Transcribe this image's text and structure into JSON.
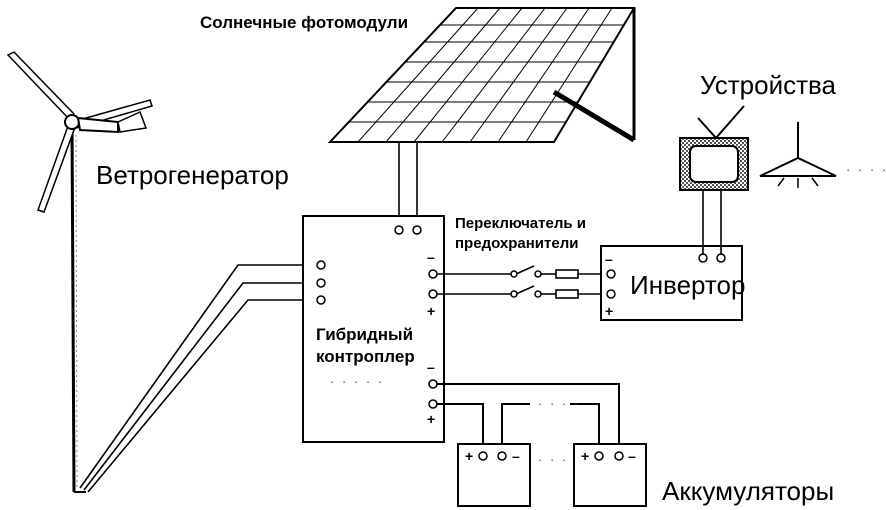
{
  "labels": {
    "solar": "Солнечные фотомодули",
    "wind": "Ветрогенератор",
    "devices": "Устройства",
    "switch_line1": "Переключатель и",
    "switch_line2": "предохранители",
    "controller_line1": "Гибридный",
    "controller_line2": "контроплер",
    "inverter": "Инвертор",
    "batteries": "Аккумуляторы"
  },
  "terminals": {
    "minus": "–",
    "plus": "+"
  },
  "ellipsis": {
    "controller": "· · · · ·",
    "battery_wire": "· · · ·",
    "battery_gap": "· · ·",
    "devices_more": "· · · ·"
  }
}
